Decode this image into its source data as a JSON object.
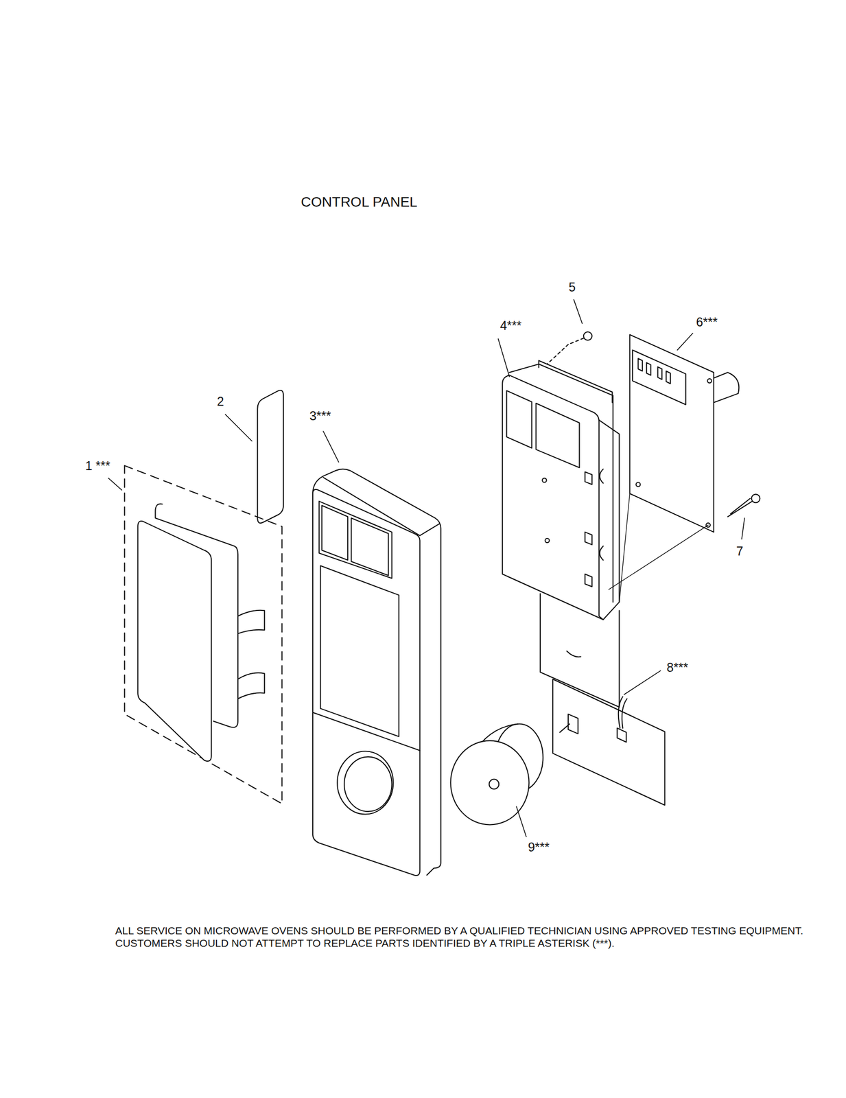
{
  "diagram": {
    "title": "CONTROL PANEL",
    "caption": "ALL SERVICE ON MICROWAVE OVENS SHOULD BE PERFORMED BY A QUALIFIED TECHNICIAN USING APPROVED TESTING EQUIPMENT. CUSTOMERS SHOULD NOT ATTEMPT TO REPLACE PARTS IDENTIFIED BY A TRIPLE ASTERISK (***).",
    "labels": [
      "5",
      "4***",
      "6***",
      "2",
      "3***",
      "1 ***",
      "7",
      "8***",
      "9***"
    ]
  }
}
